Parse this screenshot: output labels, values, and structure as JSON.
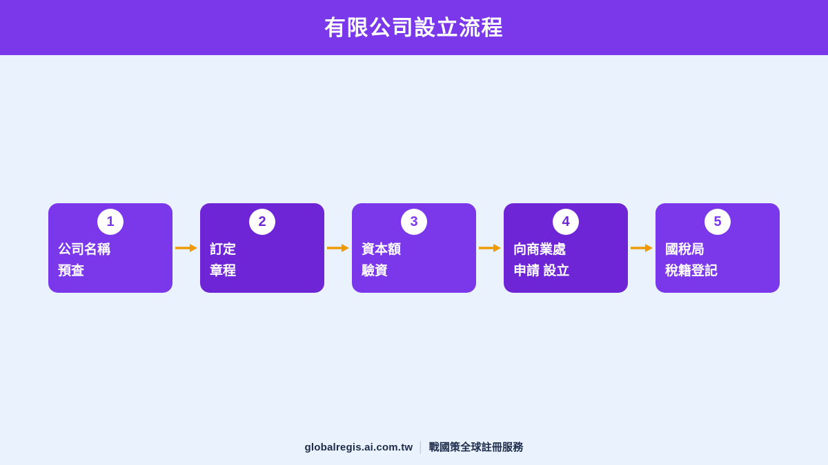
{
  "header": {
    "title": "有限公司設立流程",
    "background_color": "#7b38eb",
    "text_color": "#ffffff"
  },
  "page": {
    "background_color": "#eaf2fd"
  },
  "flow": {
    "arrow_icon": "arrow-right-icon",
    "arrow_color": "#ee9a06",
    "steps": [
      {
        "number": "1",
        "line1": "公司名稱",
        "line2": "預查",
        "text": "公司名稱\n預查",
        "tone": "light",
        "color": "#7b38eb"
      },
      {
        "number": "2",
        "line1": "訂定",
        "line2": "章程",
        "text": "訂定\n章程",
        "tone": "dark",
        "color": "#6d25d6"
      },
      {
        "number": "3",
        "line1": "資本額",
        "line2": "驗資",
        "text": "資本額\n驗資",
        "tone": "light",
        "color": "#7b38eb"
      },
      {
        "number": "4",
        "line1": "向商業處",
        "line2": "申請 設立",
        "text": "向商業處\n申請 設立",
        "tone": "dark",
        "color": "#6d25d6"
      },
      {
        "number": "5",
        "line1": "國稅局",
        "line2": "稅籍登記",
        "text": "國稅局\n稅籍登記",
        "tone": "light",
        "color": "#7b38eb"
      }
    ]
  },
  "footer": {
    "site": "globalregis.ai.com.tw",
    "separator": "│",
    "brand": "戰國策全球註冊服務"
  }
}
